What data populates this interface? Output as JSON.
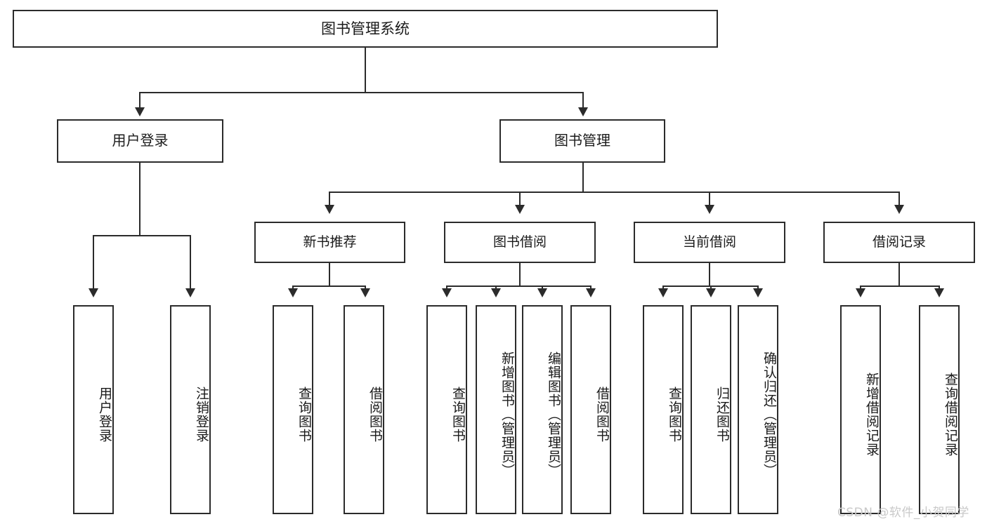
{
  "diagram": {
    "type": "tree",
    "title": "图书管理系统",
    "root": {
      "label": "图书管理系统"
    },
    "level2": [
      {
        "label": "用户登录"
      },
      {
        "label": "图书管理"
      }
    ],
    "level3": [
      {
        "label": "新书推荐"
      },
      {
        "label": "图书借阅"
      },
      {
        "label": "当前借阅"
      },
      {
        "label": "借阅记录"
      }
    ],
    "leaves": {
      "user_login": [
        {
          "label": "用户登录"
        },
        {
          "label": "注销登录"
        }
      ],
      "new_book_recommend": [
        {
          "label": "查询图书"
        },
        {
          "label": "借阅图书"
        }
      ],
      "book_borrow": [
        {
          "label": "查询图书"
        },
        {
          "label": "新增图书（管理员）"
        },
        {
          "label": "编辑图书（管理员）"
        },
        {
          "label": "借阅图书"
        }
      ],
      "current_borrow": [
        {
          "label": "查询图书"
        },
        {
          "label": "归还图书"
        },
        {
          "label": "确认归还（管理员）"
        }
      ],
      "borrow_record": [
        {
          "label": "新增借阅记录"
        },
        {
          "label": "查询借阅记录"
        }
      ]
    }
  },
  "watermark": {
    "text": "CSDN @软件_小贺同学"
  },
  "colors": {
    "stroke": "#2b2b2b",
    "fill": "#ffffff",
    "text": "#1a1a1a",
    "watermark": "#c9c9c9"
  }
}
